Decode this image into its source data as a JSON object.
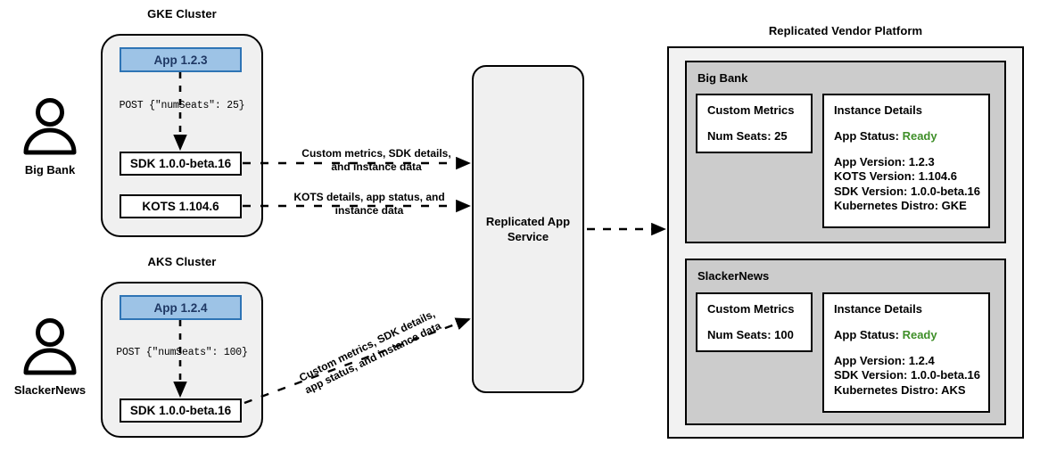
{
  "diagram": {
    "title_gke": "GKE Cluster",
    "title_aks": "AKS Cluster",
    "title_platform": "Replicated Vendor Platform"
  },
  "personas": [
    {
      "name": "Big Bank",
      "icon": "person-icon"
    },
    {
      "name": "SlackerNews",
      "icon": "person-icon"
    }
  ],
  "gke_cluster": {
    "label": "GKE Cluster",
    "app_box": "App 1.2.3",
    "post_call": "POST {\"numSeats\": 25}",
    "sdk_box": "SDK 1.0.0-beta.16",
    "kots_box": "KOTS 1.104.6"
  },
  "aks_cluster": {
    "label": "AKS Cluster",
    "app_box": "App 1.2.4",
    "post_call": "POST {\"numSeats\": 100}",
    "sdk_box": "SDK 1.0.0-beta.16"
  },
  "edges": {
    "sdk_to_service": "Custom metrics, SDK details, and instance data",
    "kots_to_service": "KOTS details, app status, and instance data",
    "aks_to_service": "Custom metrics, SDK details, app status, and instance data"
  },
  "service": {
    "label": "Replicated App Service"
  },
  "platform": {
    "title": "Replicated Vendor Platform",
    "tenants": [
      {
        "name": "Big Bank",
        "custom_metrics": {
          "title": "Custom Metrics",
          "lines": [
            "Num Seats: 25"
          ]
        },
        "instance_details": {
          "title": "Instance Details",
          "status_label": "App Status:",
          "status_value": "Ready",
          "status_color": "#3f8f29",
          "lines": [
            "App Version: 1.2.3",
            "KOTS Version: 1.104.6",
            "SDK Version: 1.0.0-beta.16",
            "Kubernetes Distro: GKE"
          ]
        }
      },
      {
        "name": "SlackerNews",
        "custom_metrics": {
          "title": "Custom Metrics",
          "lines": [
            "Num Seats: 100"
          ]
        },
        "instance_details": {
          "title": "Instance Details",
          "status_label": "App Status:",
          "status_value": "Ready",
          "status_color": "#3f8f29",
          "lines": [
            "App Version: 1.2.4",
            "SDK Version: 1.0.0-beta.16",
            "Kubernetes Distro: AKS"
          ]
        }
      }
    ]
  },
  "colors": {
    "app_fill": "#9dc3e6",
    "app_border": "#2e74b5",
    "cluster_fill": "#f0f0f0",
    "tenant_fill": "#cccccc",
    "platform_fill": "#f2f2f2",
    "ready_green": "#3f8f29"
  }
}
